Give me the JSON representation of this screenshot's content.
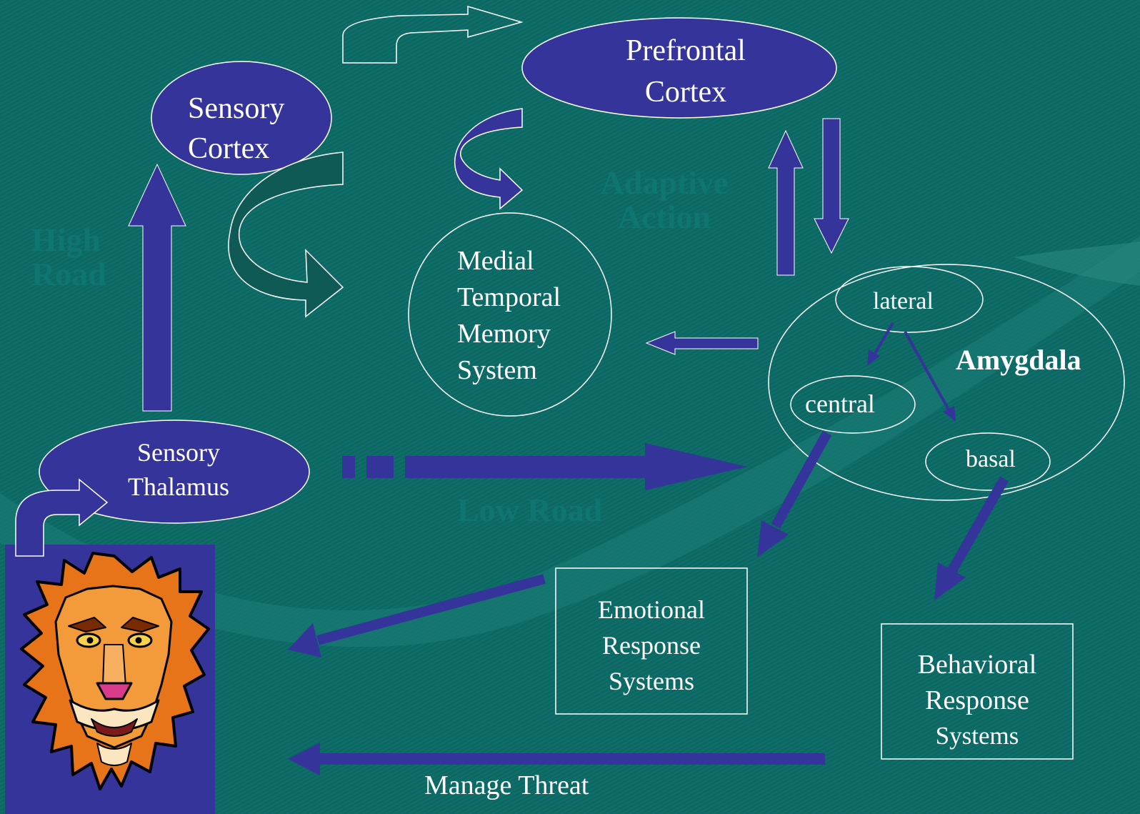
{
  "nodes": {
    "sensory_cortex": [
      "Sensory",
      "Cortex"
    ],
    "prefrontal_cortex": [
      "Prefrontal",
      "Cortex"
    ],
    "medial_temporal": [
      "Medial",
      "Temporal",
      "Memory",
      "System"
    ],
    "sensory_thalamus": [
      "Sensory",
      "Thalamus"
    ],
    "amygdala": "Amygdala",
    "lateral": "lateral",
    "central": "central",
    "basal": "basal",
    "emotional_response": [
      "Emotional",
      "Response",
      "Systems"
    ],
    "behavioral_response": [
      "Behavioral",
      "Response",
      "Systems"
    ]
  },
  "labels": {
    "high_road": [
      "High",
      "Road"
    ],
    "low_road": "Low Road",
    "adaptive_action": [
      "Adaptive",
      "Action"
    ],
    "manage_threat_bold": "Manage",
    "manage_threat_rest": " Threat"
  },
  "icons": {
    "threat_image": "lion-face-icon"
  },
  "colors": {
    "background": "#0b6b66",
    "node_fill": "#34349a",
    "arrow_fill": "#34349a",
    "outline": "#ffffff",
    "text": "#ffffff"
  }
}
